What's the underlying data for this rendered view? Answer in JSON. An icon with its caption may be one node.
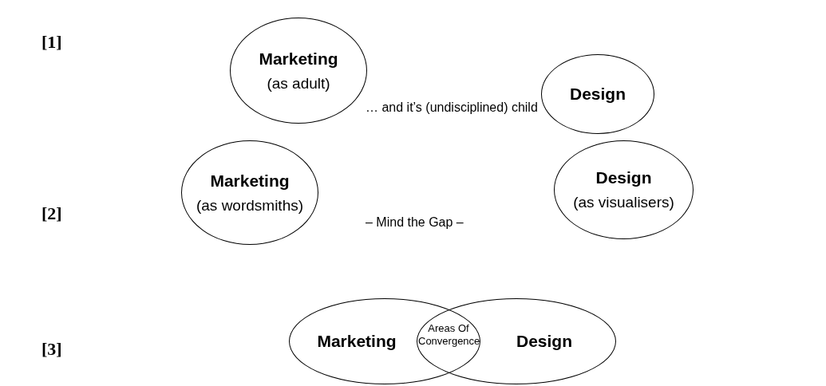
{
  "diagram": {
    "nodes": [
      {
        "text": [
          "Marketing",
          "(as adult)"
        ]
      },
      {
        "text": [
          "Design"
        ]
      },
      {
        "text": [
          "Marketing",
          "(as wordsmiths)"
        ]
      },
      {
        "text": [
          "Design",
          "(as visualisers)"
        ]
      },
      {
        "text": [
          "Marketing"
        ]
      },
      {
        "text": [
          "Design"
        ]
      }
    ],
    "edges": [],
    "labels": [
      "[1]",
      "… and it’s (undisciplined) child",
      "[2]",
      "– Mind the Gap –",
      "Areas Of Convergence",
      "[3]"
    ]
  }
}
